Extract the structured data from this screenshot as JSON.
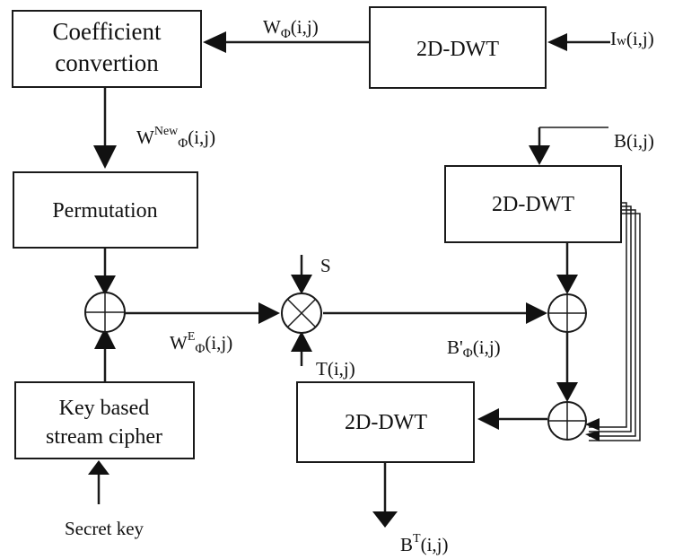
{
  "blocks": {
    "coefficient_conversion": [
      "Coefficient",
      "convertion"
    ],
    "dwt_top": "2D-DWT",
    "permutation": "Permutation",
    "dwt_right": "2D-DWT",
    "key_cipher": [
      "Key based",
      "stream cipher"
    ],
    "dwt_bottom": "2D-DWT"
  },
  "signals": {
    "w_phi": {
      "base": "W",
      "sub": "Φ",
      "args": "(i,j)"
    },
    "iw": {
      "base": "I",
      "sub": "w",
      "args": "(i,j)"
    },
    "w_new": {
      "base": "W",
      "sup": "New",
      "sub": "Φ",
      "args": "(i,j)"
    },
    "b": "B(i,j)",
    "s": "S",
    "w_e": {
      "base": "W",
      "sup": "E",
      "sub": "Φ",
      "args": "(i,j)"
    },
    "t": "T(i,j)",
    "b_prime": {
      "base": "B'",
      "sub": "Φ",
      "args": "(i,j)"
    },
    "secret_key": "Secret key",
    "b_t": {
      "base": "B",
      "sup": "T",
      "args": "(i,j)"
    }
  },
  "operators": {
    "xor_left": "⊕",
    "multiply": "⊗",
    "add_right": "⊕",
    "add_bottom": "⊕"
  }
}
